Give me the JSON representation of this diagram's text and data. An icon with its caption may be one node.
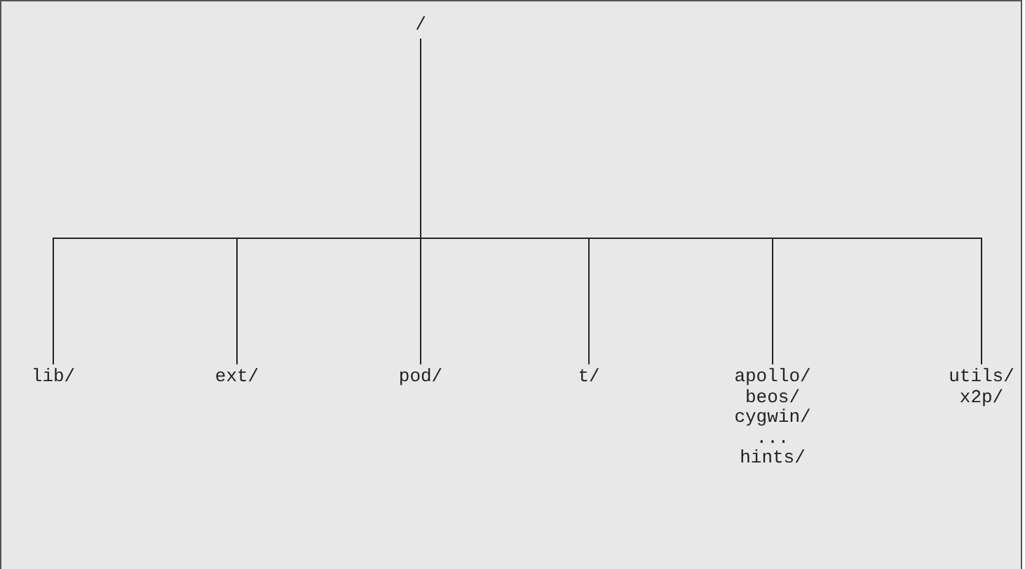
{
  "diagram": {
    "nodes": [
      {
        "text": [
          "/"
        ]
      },
      {
        "text": [
          "lib/"
        ]
      },
      {
        "text": [
          "ext/"
        ]
      },
      {
        "text": [
          "pod/"
        ]
      },
      {
        "text": [
          "t/"
        ]
      },
      {
        "text": [
          "apollo/ beos/ cygwin/ ... hints/"
        ]
      },
      {
        "text": [
          "utils/ x2p/"
        ]
      }
    ],
    "edges": [
      {
        "from": 0,
        "to": 1,
        "arrow": "none"
      },
      {
        "from": 0,
        "to": 2,
        "arrow": "none"
      },
      {
        "from": 0,
        "to": 3,
        "arrow": "none"
      },
      {
        "from": 0,
        "to": 4,
        "arrow": "none"
      },
      {
        "from": 0,
        "to": 5,
        "arrow": "none"
      },
      {
        "from": 0,
        "to": 6,
        "arrow": "none"
      }
    ]
  }
}
